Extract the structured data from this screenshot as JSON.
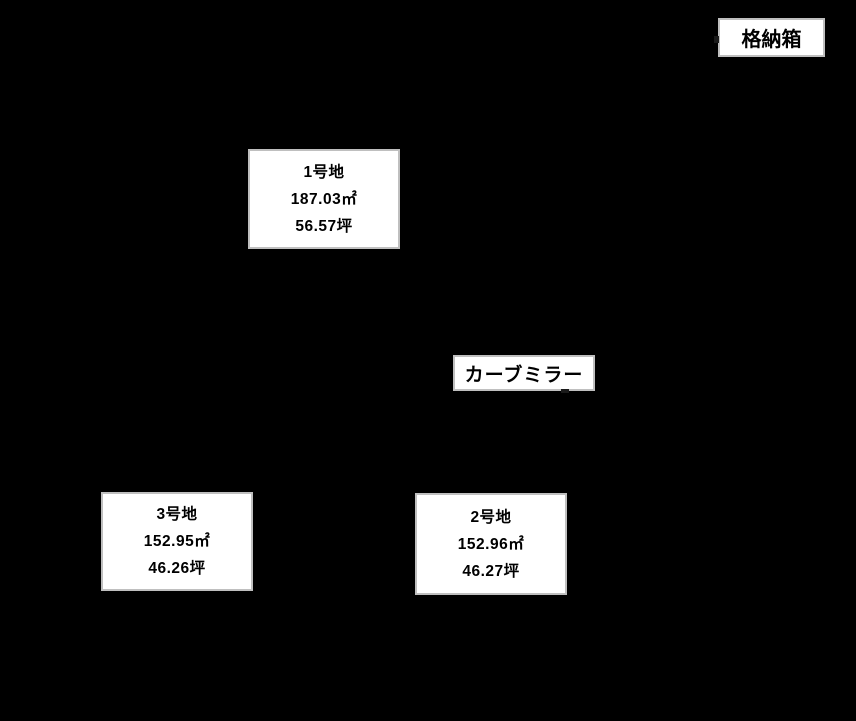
{
  "page": {
    "background_color": "#000000"
  },
  "boxes": {
    "fill_color": "#ffffff",
    "border_color": "#bfbfbf",
    "text_color": "#000000"
  },
  "annotations": {
    "storage_box_label": "格納箱",
    "curve_mirror_label": "カーブミラー"
  },
  "lots": [
    {
      "name": "1号地",
      "area_sqm": "187.03㎡",
      "area_tsubo": "56.57坪"
    },
    {
      "name": "2号地",
      "area_sqm": "152.96㎡",
      "area_tsubo": "46.27坪"
    },
    {
      "name": "3号地",
      "area_sqm": "152.95㎡",
      "area_tsubo": "46.26坪"
    }
  ]
}
